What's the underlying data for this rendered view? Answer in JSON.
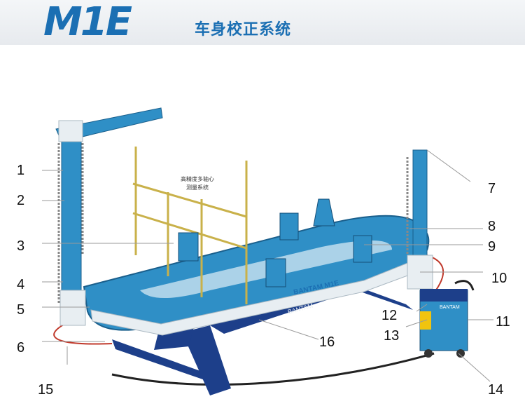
{
  "header": {
    "logo": "M1E",
    "title": "车身校正系统"
  },
  "measure_label_line1": "高精度多轴心",
  "measure_label_line2": "测量系统",
  "bench_brand": "BANTAM M1E",
  "base_brand": "BANTAM",
  "pump_brand": "BANTAM",
  "callouts": [
    "1",
    "2",
    "3",
    "4",
    "5",
    "6",
    "7",
    "8",
    "9",
    "10",
    "11",
    "12",
    "13",
    "14",
    "15",
    "16"
  ],
  "colors": {
    "brand_blue": "#1b6fb3",
    "bench_blue": "#2f8fc6",
    "base_navy": "#1d3f8a",
    "gauge_yellow": "#c9b14a",
    "white_parts": "#e8eef2"
  }
}
